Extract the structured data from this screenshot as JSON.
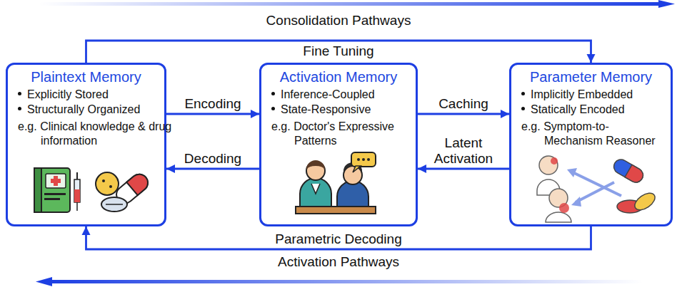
{
  "diagram": {
    "nodes": [
      {
        "text": [
          "Plaintext Memory",
          "Explicitly Stored",
          "Structurally Organized",
          "e.g. Clinical knowledge & drug information"
        ]
      },
      {
        "text": [
          "Activation Memory",
          "Inference-Coupled",
          "State-Responsive",
          "e.g. Doctor's Expressive Patterns"
        ]
      },
      {
        "text": [
          "Parameter Memory",
          "Implicitly Embedded",
          "Statically Encoded",
          "e.g. Symptom-to-Mechanism Reasoner"
        ]
      }
    ],
    "edges": [
      {
        "from": 0,
        "to": 1,
        "label": "Encoding",
        "arrow": "to"
      },
      {
        "from": 1,
        "to": 0,
        "label": "Decoding",
        "arrow": "to"
      },
      {
        "from": 1,
        "to": 2,
        "label": "Caching",
        "arrow": "to"
      },
      {
        "from": 2,
        "to": 1,
        "label": "Latent Activation",
        "arrow": "to"
      },
      {
        "from": 0,
        "to": 2,
        "label": "Fine Tuning",
        "arrow": "to"
      },
      {
        "from": 2,
        "to": 0,
        "label": "Parametric Decoding",
        "arrow": "to"
      }
    ],
    "labels": [
      "Consolidation Pathways",
      "Activation Pathways"
    ]
  }
}
